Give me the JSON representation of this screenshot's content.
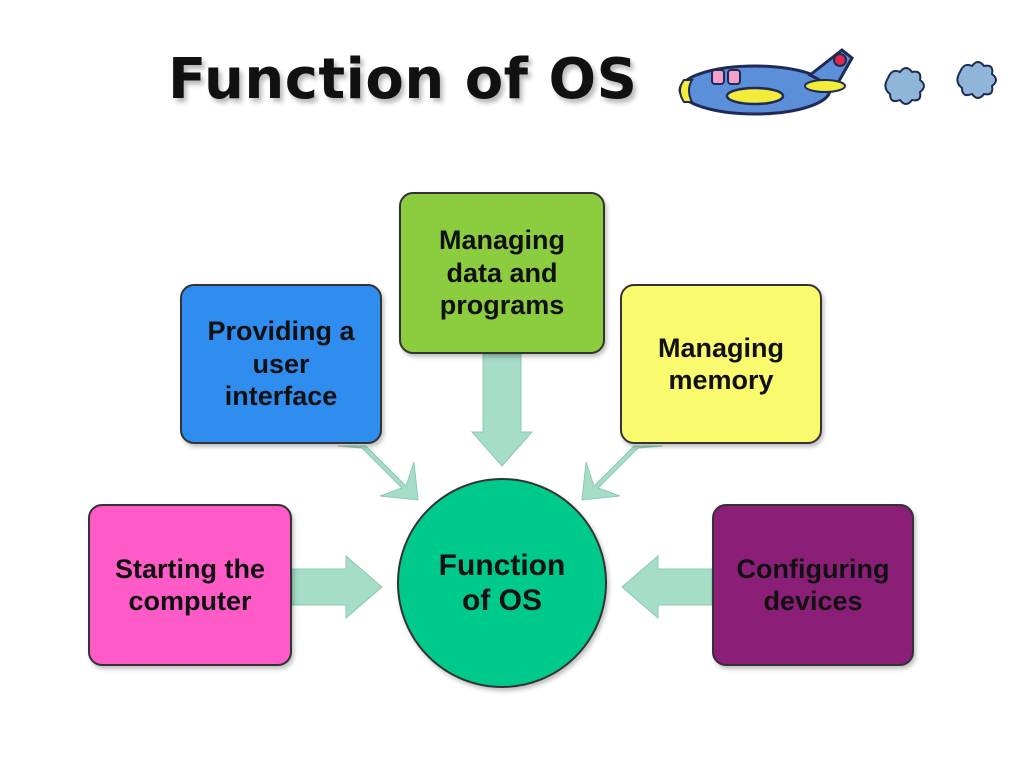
{
  "title": "Function of OS",
  "decoration": {
    "icons": [
      "airplane-icon",
      "cloud-puff-icon",
      "cloud-puff-icon"
    ]
  },
  "center": {
    "label": "Function\nof OS",
    "color": "#00c98c"
  },
  "nodes": [
    {
      "id": "user-interface",
      "label": "Providing a\nuser\ninterface",
      "color": "#2f8df0",
      "text_color": "#111111"
    },
    {
      "id": "data-programs",
      "label": "Managing\ndata and\nprograms",
      "color": "#8ccc3f",
      "text_color": "#111111"
    },
    {
      "id": "memory",
      "label": "Managing\nmemory",
      "color": "#fafa6e",
      "text_color": "#111111"
    },
    {
      "id": "starting-computer",
      "label": "Starting the\ncomputer",
      "color": "#ff5bc8",
      "text_color": "#111111"
    },
    {
      "id": "configuring-devices",
      "label": "Configuring\ndevices",
      "color": "#8b1f78",
      "text_color": "#111111"
    }
  ],
  "arrow_color": "#a6ddc6"
}
